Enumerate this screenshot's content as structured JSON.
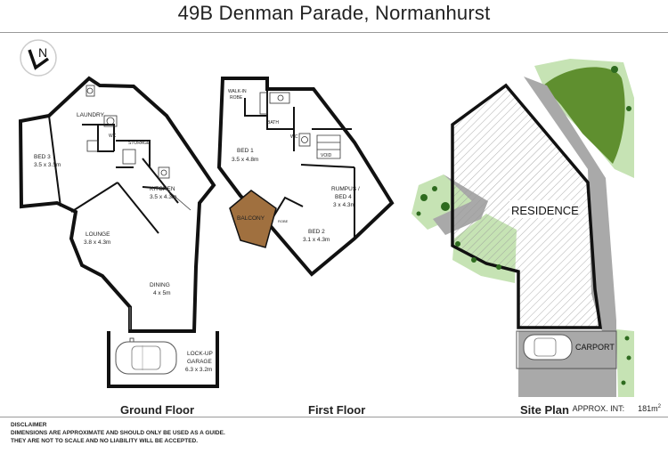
{
  "header": {
    "title": "49B Denman Parade, Normanhurst"
  },
  "ground_floor": {
    "caption": "Ground Floor",
    "rooms": {
      "laundry": "LAUNDRY",
      "wc": "WC",
      "storage": "STORAGE",
      "bed3_name": "BED 3",
      "bed3_size": "3.5 x 3.5m",
      "kitchen_name": "KITCHEN",
      "kitchen_size": "3.5 x 4.3m",
      "lounge_name": "LOUNGE",
      "lounge_size": "3.8 x 4.3m",
      "dining_name": "DINING",
      "dining_size": "4 x 5m",
      "garage_line1": "LOCK-UP",
      "garage_line2": "GARAGE",
      "garage_size": "6.3 x 3.2m"
    }
  },
  "first_floor": {
    "caption": "First Floor",
    "rooms": {
      "walkin_line1": "WALK-IN",
      "walkin_line2": "ROBE",
      "bath": "BATH",
      "wc": "WC",
      "void": "VOID",
      "bed1_name": "BED 1",
      "bed1_size": "3.5 x 4.8m",
      "rumpus_line1": "RUMPUS /",
      "rumpus_line2": "BED 4",
      "rumpus_size": "3 x 4.3m",
      "balcony": "BALCONY",
      "robe": "ROBE",
      "bed2_name": "BED 2",
      "bed2_size": "3.1 x 4.3m"
    }
  },
  "site_plan": {
    "caption": "Site Plan",
    "residence": "RESIDENCE",
    "carport": "CARPORT"
  },
  "area": {
    "label": "APPROX. INT:",
    "value": "181m",
    "unit_sup": "2"
  },
  "disclaimer": {
    "heading": "DISCLAIMER",
    "line1": "DIMENSIONS ARE APPROXIMATE AND SHOULD ONLY BE USED AS A GUIDE.",
    "line2": "THEY ARE NOT TO SCALE AND NO LIABILITY WILL BE ACCEPTED."
  },
  "compass": {
    "letter": "N"
  },
  "colors": {
    "balcony": "#a0703f",
    "lawn": "#c6e3b4",
    "garden": "#5f8f2f",
    "driveway": "#a9a9a9",
    "hatch": "#999999"
  }
}
